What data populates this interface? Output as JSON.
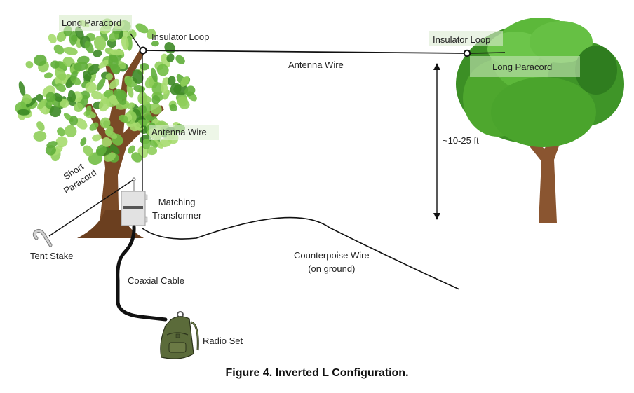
{
  "figure": {
    "caption": "Figure 4. Inverted L Configuration.",
    "type": "antenna-setup-diagram"
  },
  "labels": {
    "long_paracord_left": "Long Paracord",
    "insulator_loop_left": "Insulator Loop",
    "antenna_wire_horizontal": "Antenna Wire",
    "antenna_wire_vertical": "Antenna Wire",
    "insulator_loop_right": "Insulator Loop",
    "long_paracord_right": "Long Paracord",
    "height": "~10-25 ft",
    "short_paracord_line1": "Short",
    "short_paracord_line2": "Paracord",
    "matching_transformer_line1": "Matching",
    "matching_transformer_line2": "Transformer",
    "tent_stake": "Tent Stake",
    "counterpoise_line1": "Counterpoise Wire",
    "counterpoise_line2": "(on ground)",
    "coaxial_cable": "Coaxial Cable",
    "radio_set": "Radio Set"
  },
  "colors": {
    "wire": "#111111",
    "leaf_light": "#8fce5a",
    "leaf_mid": "#5fae3a",
    "leaf_dark": "#3d8a26",
    "canopy_right": "#4ea72e",
    "canopy_right_dark": "#2f7d1f",
    "trunk": "#7a4a26",
    "trunk_right": "#8a5530",
    "backpack": "#5b6b3a",
    "transformer": "#e4e4e4",
    "stake": "#c8c8c8"
  }
}
